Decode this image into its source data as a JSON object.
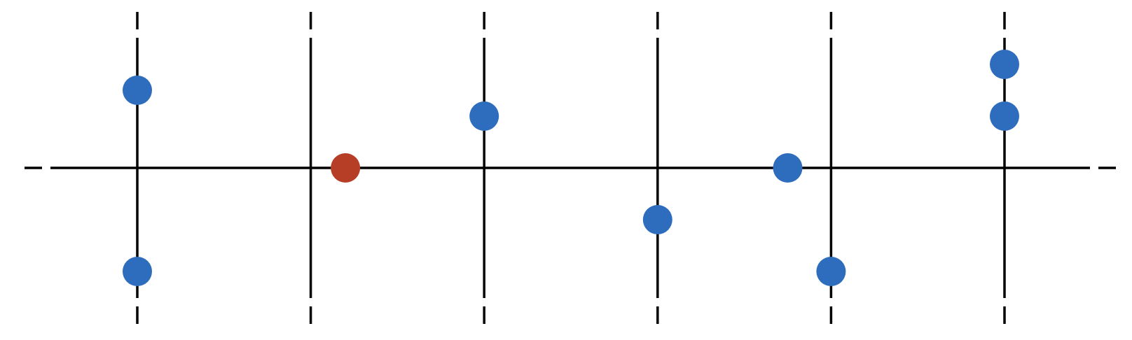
{
  "diagram": {
    "colors": {
      "line": "#000000",
      "point": "#2e6dbd",
      "highlight": "#b63e27",
      "background": "#ffffff"
    },
    "columns": [
      {
        "id": "c1",
        "points": [
          1.5,
          -2
        ]
      },
      {
        "id": "c2",
        "points": []
      },
      {
        "id": "c3",
        "points": [
          1
        ]
      },
      {
        "id": "c4",
        "points": [
          -1
        ]
      },
      {
        "id": "c5",
        "points": [
          -2
        ]
      },
      {
        "id": "c6",
        "points": [
          2,
          1
        ]
      }
    ],
    "axis_points": [
      {
        "id": "red-point",
        "col": 1.2,
        "highlight": true
      },
      {
        "id": "axis-blue-point",
        "col": 3.75,
        "highlight": false
      }
    ]
  }
}
